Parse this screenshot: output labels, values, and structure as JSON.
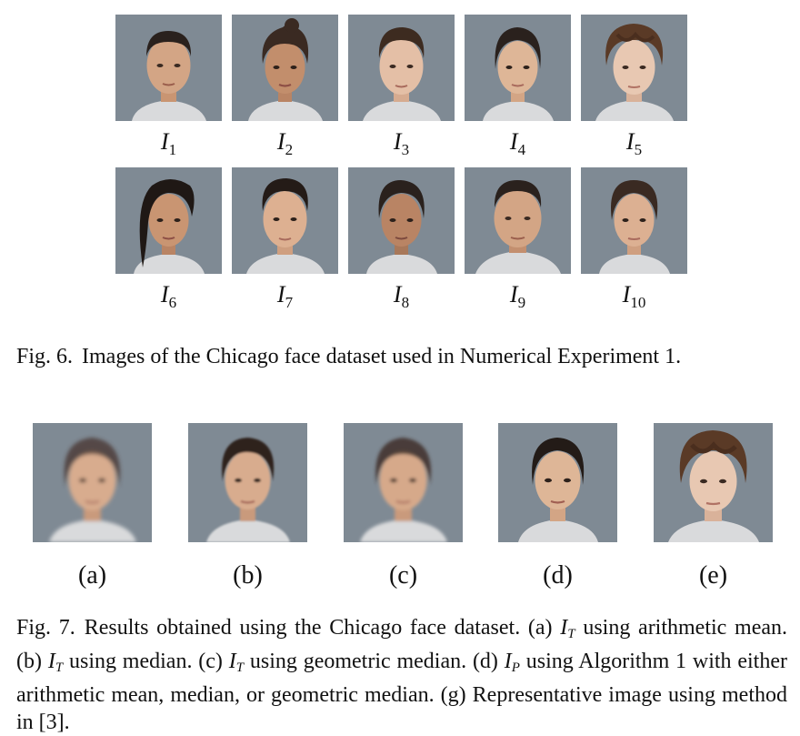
{
  "figure6": {
    "labels": [
      {
        "base": "I",
        "sub": "1"
      },
      {
        "base": "I",
        "sub": "2"
      },
      {
        "base": "I",
        "sub": "3"
      },
      {
        "base": "I",
        "sub": "4"
      },
      {
        "base": "I",
        "sub": "5"
      },
      {
        "base": "I",
        "sub": "6"
      },
      {
        "base": "I",
        "sub": "7"
      },
      {
        "base": "I",
        "sub": "8"
      },
      {
        "base": "I",
        "sub": "9"
      },
      {
        "base": "I",
        "sub": "10"
      }
    ],
    "caption_tag": "Fig. 6.",
    "caption_text": "Images of the Chicago face dataset used in Numerical Experiment 1."
  },
  "figure7": {
    "labels": [
      "(a)",
      "(b)",
      "(c)",
      "(d)",
      "(e)"
    ],
    "caption_tag": "Fig. 7.",
    "caption_parts": {
      "p1": "Results obtained using the Chicago face dataset. (a) ",
      "m1_base": "I",
      "m1_sub": "T",
      "p2": " using arithmetic mean. (b) ",
      "m2_base": "I",
      "m2_sub": "T",
      "p3": " using median. (c) ",
      "m3_base": "I",
      "m3_sub": "T",
      "p4": " using geometric median. (d) ",
      "m4_base": "I",
      "m4_sub": "P",
      "p5": " using Algorithm 1 with either arithmetic mean, median, or geometric median. (g) Representative image using method in [3]."
    }
  },
  "colors": {
    "photo_background": "#7f8a94",
    "shirt": "#d9dadc",
    "skin_light": "#e4bfa6",
    "skin_medium": "#d3a585",
    "skin_tan": "#c99572",
    "hair_dark": "#2a211d",
    "hair_brown": "#5a3a26"
  }
}
